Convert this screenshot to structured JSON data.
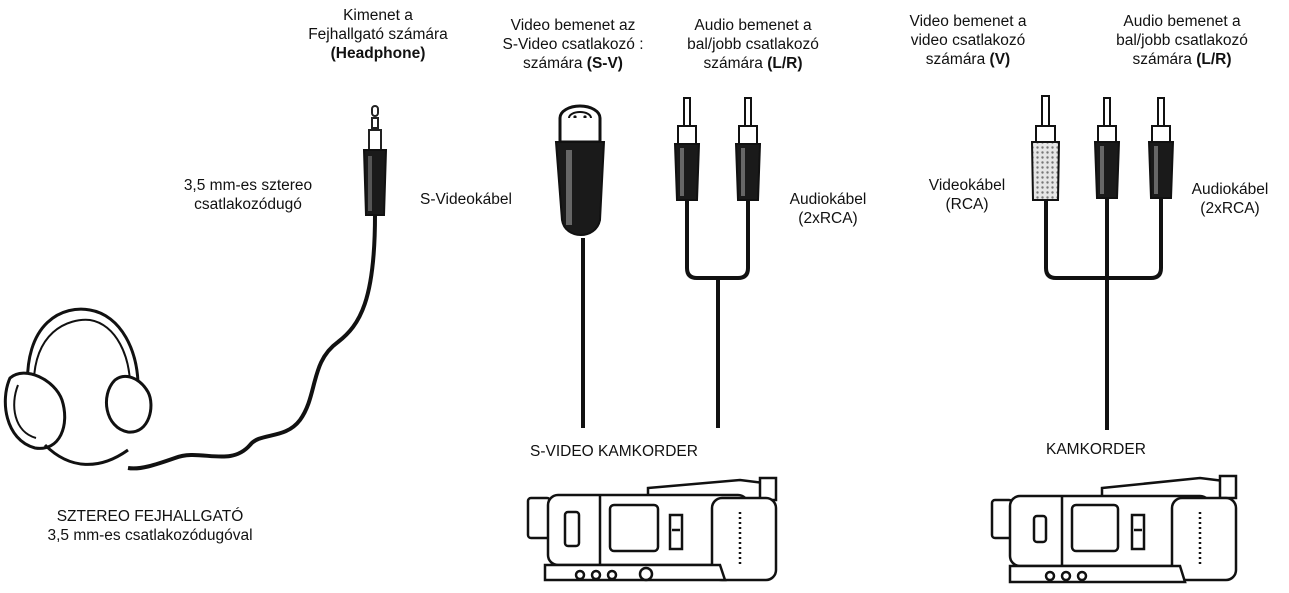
{
  "headphone_output": {
    "lines": [
      "Kimenet a",
      "Fejhallgató számára"
    ],
    "code": "(Headphone)"
  },
  "svideo_input": {
    "lines": [
      "Video bemenet az",
      "S-Video csatlakozó :",
      "számára"
    ],
    "code": "(S-V)"
  },
  "audio_input_left": {
    "lines": [
      "Audio bemenet a",
      "bal/jobb csatlakozó",
      "számára"
    ],
    "code": "(L/R)"
  },
  "video_input": {
    "lines": [
      "Video bemenet a",
      "video csatlakozó",
      "számára"
    ],
    "code": "(V)"
  },
  "audio_input_right": {
    "lines": [
      "Audio bemenet a",
      "bal/jobb csatlakozó",
      "számára"
    ],
    "code": "(L/R)"
  },
  "stereo_plug": [
    "3,5 mm-es sztereo",
    "csatlakozódugó"
  ],
  "svideo_cable": "S-Videokábel",
  "audio_cable_left": [
    "Audiokábel",
    "(2xRCA)"
  ],
  "video_cable": [
    "Videokábel",
    "(RCA)"
  ],
  "audio_cable_right": [
    "Audiokábel",
    "(2xRCA)"
  ],
  "svideo_camcorder": "S-VIDEO KAMKORDER",
  "camcorder": "KAMKORDER",
  "headphones": [
    "SZTEREO FEJHALLGATÓ",
    "3,5 mm-es csatlakozódugóval"
  ]
}
